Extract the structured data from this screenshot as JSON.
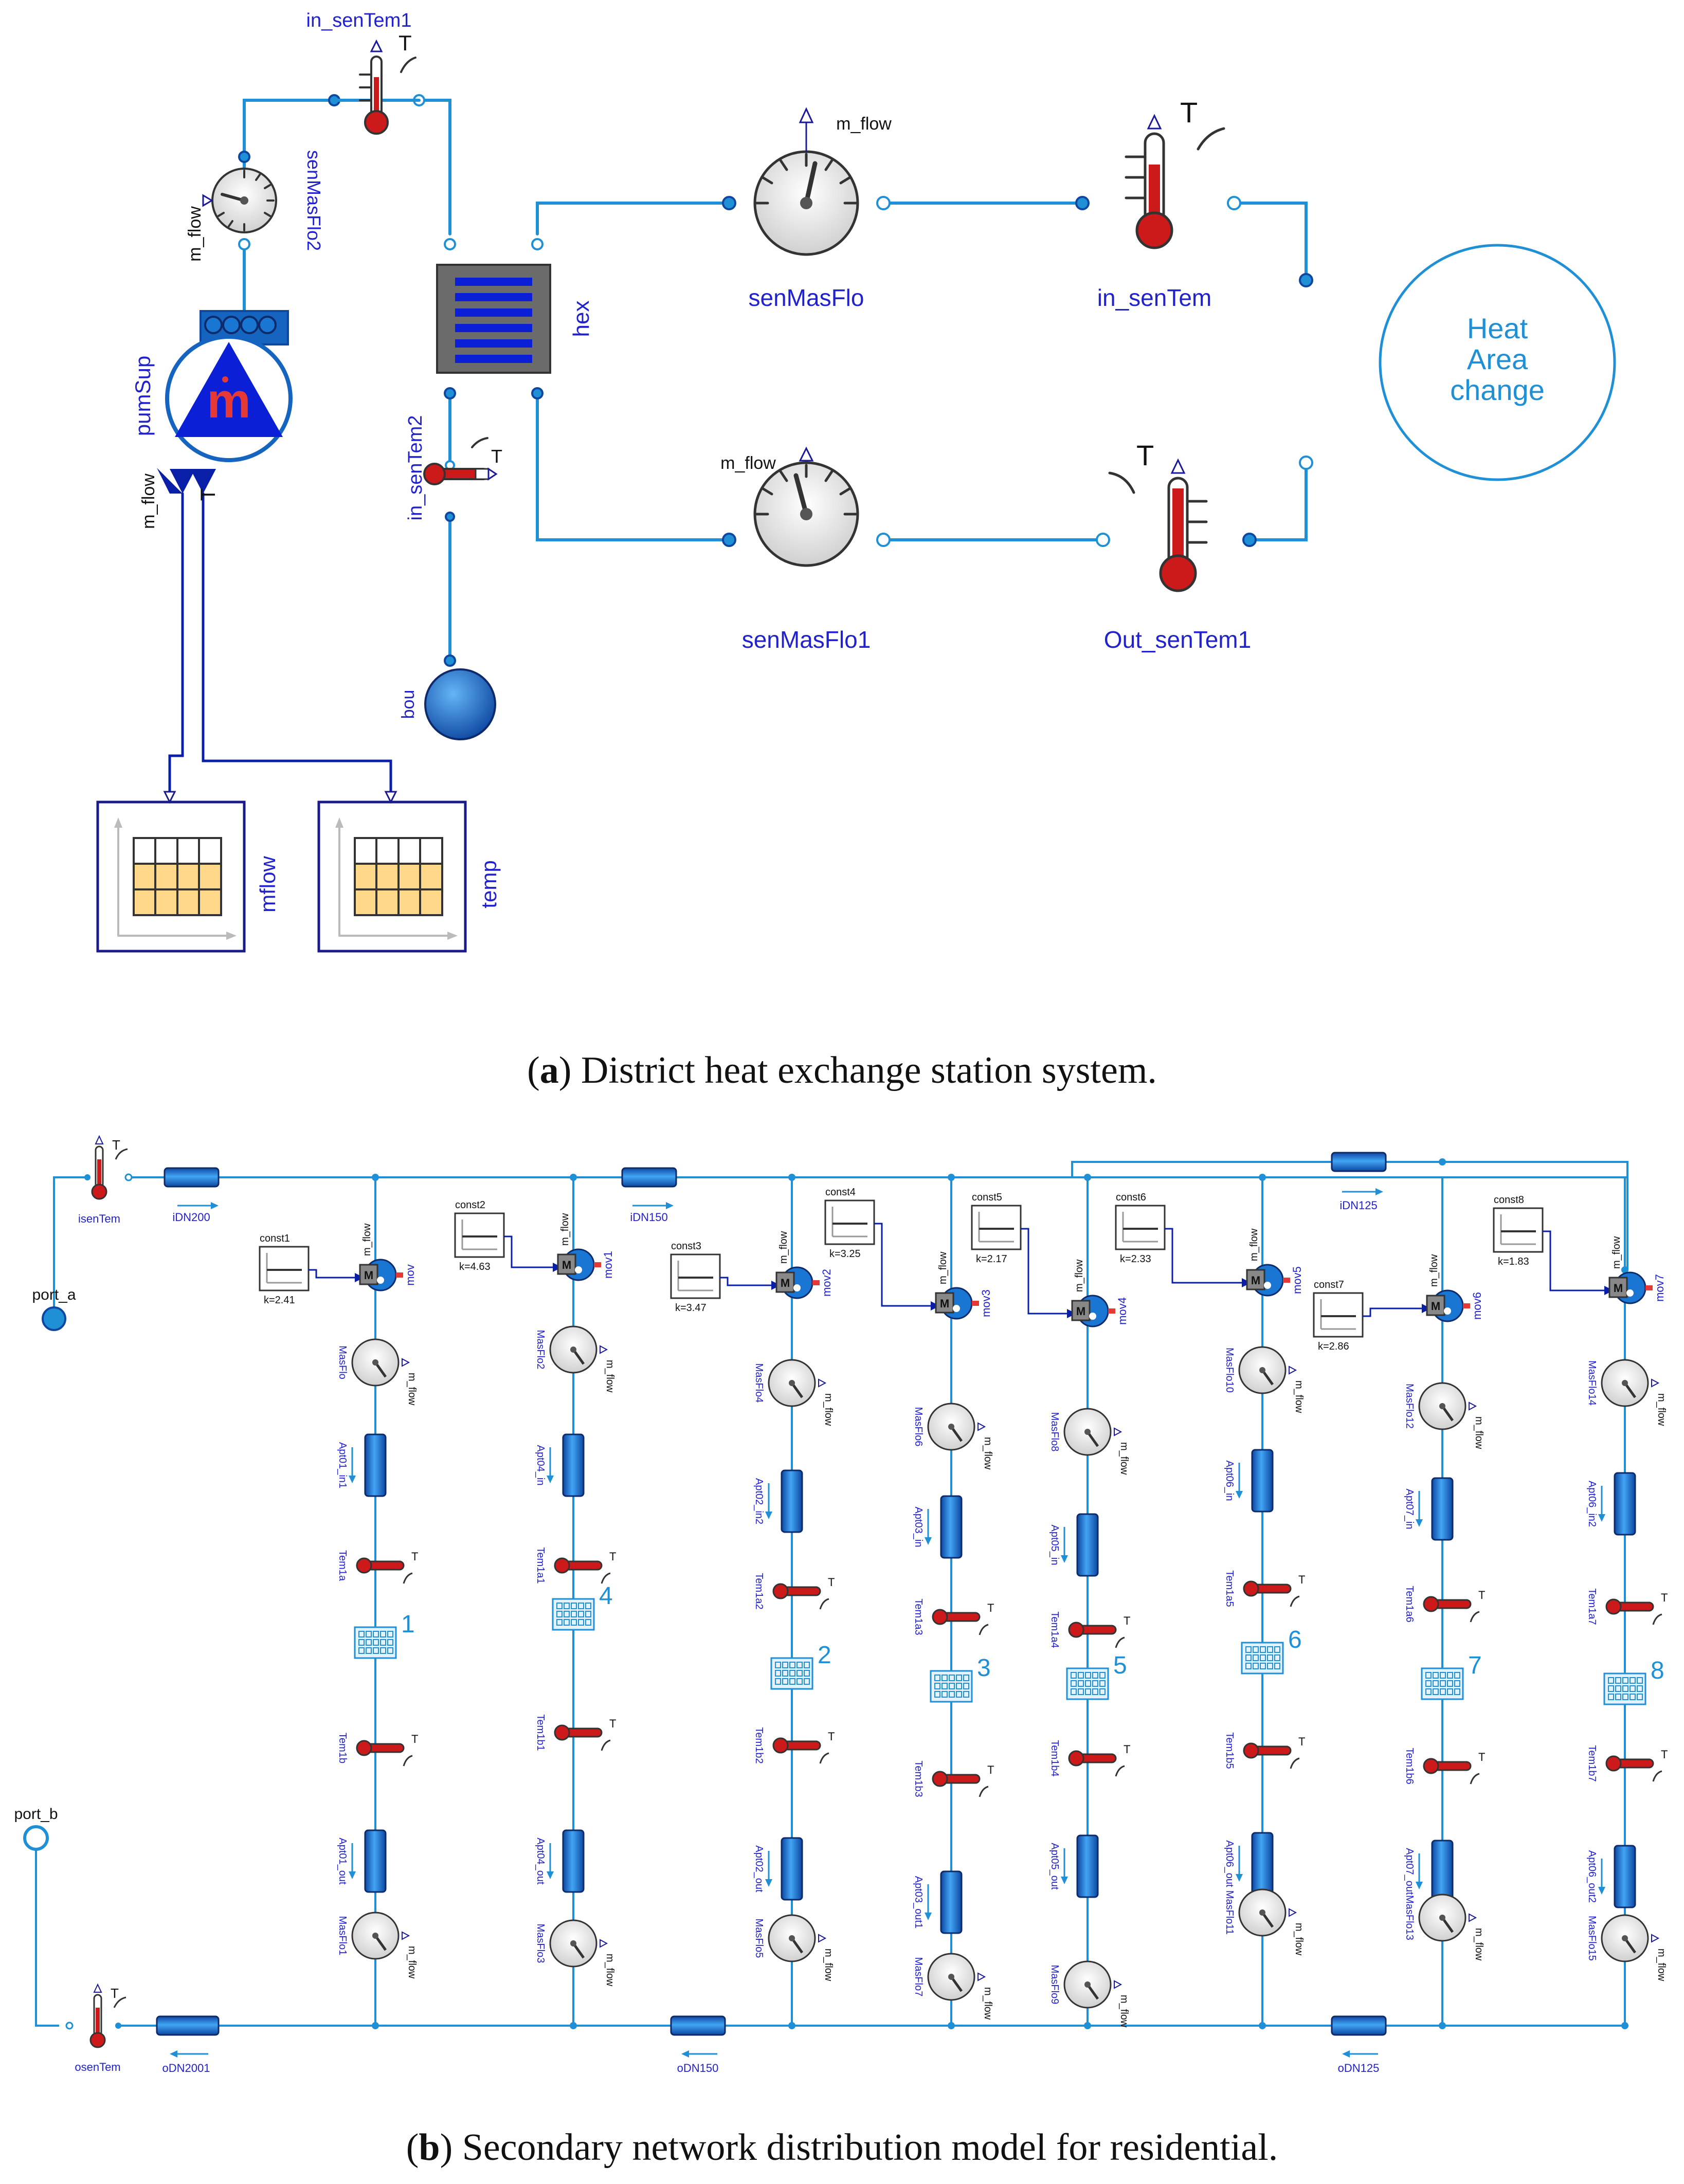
{
  "figure_a": {
    "caption_letter": "a",
    "caption_text": ") District heat exchange station system.",
    "labels": {
      "in_senTem1": "in_senTem1",
      "T": "T",
      "senMasFlo2": "senMasFlo2",
      "m_flow": "m_flow",
      "pumSup": "pumSup",
      "hex": "hex",
      "in_senTem2": "in_senTem2",
      "bou": "bou",
      "mflow": "mflow",
      "temp": "temp",
      "senMasFlo": "senMasFlo",
      "senMasFlo1": "senMasFlo1",
      "in_senTem": "in_senTem",
      "Out_senTem1": "Out_senTem1",
      "heat_area_l1": "Heat",
      "heat_area_l2": "Area",
      "heat_area_l3": "change"
    }
  },
  "figure_b": {
    "caption_letter": "b",
    "caption_text": ") Secondary network distribution model for residential.",
    "labels": {
      "port_a": "port_a",
      "port_b": "port_b",
      "isenTem": "isenTem",
      "osenTem": "osenTem",
      "iDN200": "iDN200",
      "iDN150": "iDN150",
      "iDN125": "iDN125",
      "oDN2001": "oDN2001",
      "oDN150": "oDN150",
      "oDN125": "oDN125",
      "T": "T",
      "m_flow": "m_flow"
    },
    "branches": [
      {
        "const": "const1",
        "k": "k=2.41",
        "mov": "mov",
        "mfin": "MasFlo",
        "apt_in": "Apt01_in1",
        "tema": "Tem1a",
        "num": "1",
        "temb": "Tem1b",
        "apt_out": "Apt01_out",
        "mfout": "MasFlo1"
      },
      {
        "const": "const2",
        "k": "k=4.63",
        "mov": "mov1",
        "mfin": "MasFlo2",
        "apt_in": "Apt04_in",
        "tema": "Tem1a1",
        "num": "4",
        "temb": "Tem1b1",
        "apt_out": "Apt04_out",
        "mfout": "MasFlo3"
      },
      {
        "const": "const3",
        "k": "k=3.47",
        "mov": "mov2",
        "mfin": "MasFlo4",
        "apt_in": "Apt02_in2",
        "tema": "Tem1a2",
        "num": "2",
        "temb": "Tem1b2",
        "apt_out": "Apt02_out",
        "mfout": "MasFlo5"
      },
      {
        "const": "const4",
        "k": "k=3.25",
        "mov": "mov3",
        "mfin": "MasFlo6",
        "apt_in": "Apt03_in",
        "tema": "Tem1a3",
        "num": "3",
        "temb": "Tem1b3",
        "apt_out": "Apt03_out1",
        "mfout": "MasFlo7"
      },
      {
        "const": "const5",
        "k": "k=2.17",
        "mov": "mov4",
        "mfin": "MasFlo8",
        "apt_in": "Apt05_in",
        "tema": "Tem1a4",
        "num": "5",
        "temb": "Tem1b4",
        "apt_out": "Apt05_out",
        "mfout": "MasFlo9"
      },
      {
        "const": "const6",
        "k": "k=2.33",
        "mov": "mov5",
        "mfin": "MasFlo10",
        "apt_in": "Apt06_in",
        "tema": "Tem1a5",
        "num": "6",
        "temb": "Tem1b5",
        "apt_out": "Apt06_out",
        "mfout": "MasFlo11"
      },
      {
        "const": "const7",
        "k": "k=2.86",
        "mov": "mov6",
        "mfin": "MasFlo12",
        "apt_in": "Apt07_in",
        "tema": "Tem1a6",
        "num": "7",
        "temb": "Tem1b6",
        "apt_out": "Apt07_out",
        "mfout": "MasFlo13"
      },
      {
        "const": "const8",
        "k": "k=1.83",
        "mov": "mov7",
        "mfin": "MasFlo14",
        "apt_in": "Apt06_in2",
        "tema": "Tem1a7",
        "num": "8",
        "temb": "Tem1b7",
        "apt_out": "Apt06_out2",
        "mfout": "MasFlo15"
      }
    ]
  },
  "colors": {
    "line": "#1f8fd6",
    "label": "#2222cc",
    "pipe": "#1565c0",
    "thermo": "#cc1a1a",
    "pump": "#0a1fd6"
  }
}
